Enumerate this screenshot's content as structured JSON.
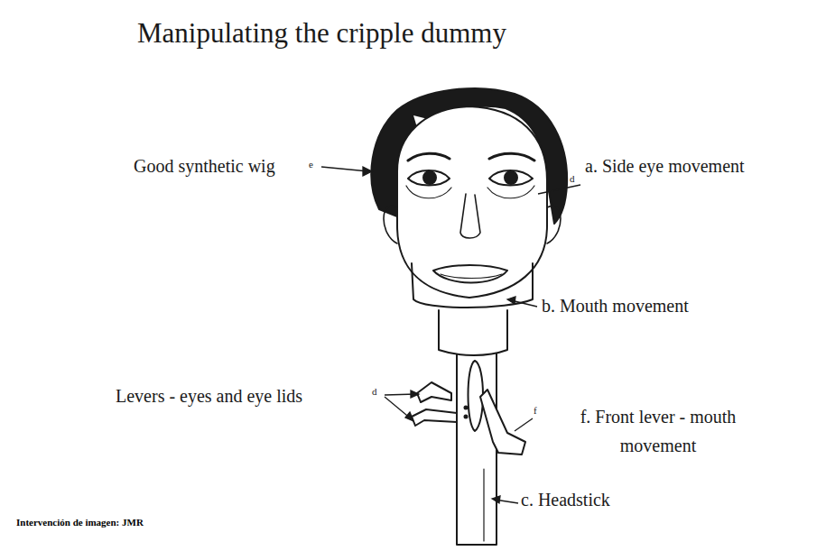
{
  "diagram": {
    "title": "Manipulating the cripple dummy",
    "labels": [
      "Good synthetic wig",
      "e",
      "a. Side eye movement",
      "d",
      "b. Mouth movement",
      "Levers - eyes and eye lids",
      "d",
      "f. Front lever - mouth movement",
      "f",
      "c. Headstick",
      "Intervención de imagen: JMR"
    ]
  }
}
